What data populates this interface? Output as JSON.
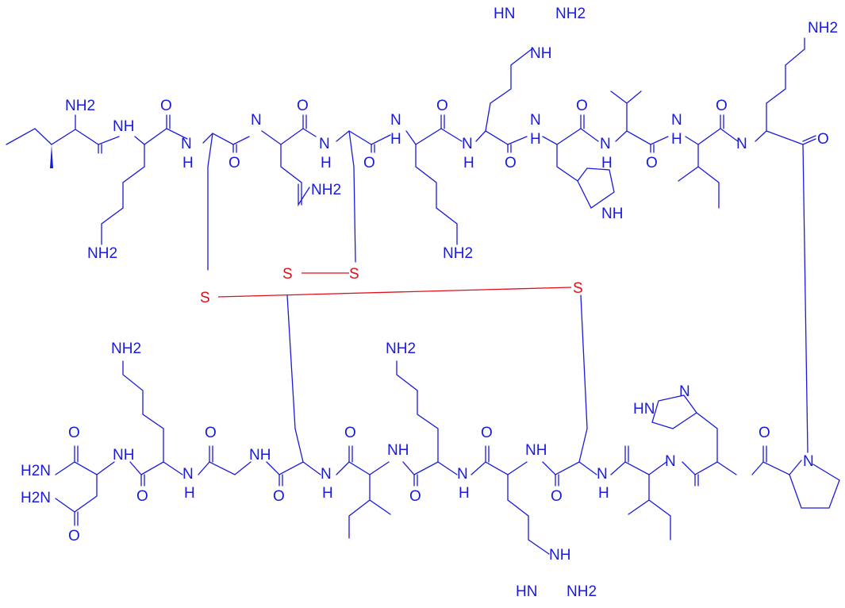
{
  "atoms": {
    "top_row": [
      "NH2",
      "NH",
      "N",
      "O",
      "H",
      "N",
      "O",
      "NH2",
      "NH",
      "O",
      "NH2",
      "H",
      "N",
      "O",
      "H",
      "N",
      "O",
      "NH2",
      "HN",
      "NH2",
      "H",
      "N",
      "O",
      "N",
      "H",
      "O",
      "NH",
      "H",
      "N",
      "O",
      "N",
      "H",
      "O",
      "NH",
      "H",
      "N",
      "O",
      "NH2",
      "O"
    ],
    "bottom_row": [
      "O",
      "H2N",
      "H2N",
      "O",
      "NH",
      "NH2",
      "O",
      "O",
      "N",
      "H",
      "NH",
      "O",
      "N",
      "H",
      "NH2",
      "NH",
      "O",
      "O",
      "N",
      "H",
      "NH",
      "O",
      "HN",
      "NH2",
      "N",
      "H",
      "NH",
      "O",
      "HN",
      "N",
      "N",
      "H",
      "O",
      "N"
    ],
    "sulfur": [
      "S",
      "S",
      "S",
      "S"
    ]
  },
  "colors": {
    "atoms": "#1a1adc",
    "disulfide": "#e0101a"
  }
}
